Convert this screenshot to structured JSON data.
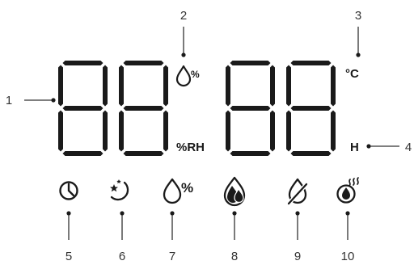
{
  "callouts": {
    "n1": "1",
    "n2": "2",
    "n3": "3",
    "n4": "4",
    "n5": "5",
    "n6": "6",
    "n7": "7",
    "n8": "8",
    "n9": "9",
    "n10": "10"
  },
  "display": {
    "percent_label": "%",
    "rh_label": "%RH",
    "celsius_label": "°C",
    "hour_label": "H",
    "icon7_percent": "%"
  },
  "icons": {
    "i5": "clock-icon",
    "i6": "moon-star-icon",
    "i7": "humidity-percent-icon",
    "i8": "double-drop-icon",
    "i9": "drop-off-icon",
    "i10": "steam-drop-icon"
  },
  "colors": {
    "ink": "#1a1a1a",
    "callout": "#333333"
  }
}
